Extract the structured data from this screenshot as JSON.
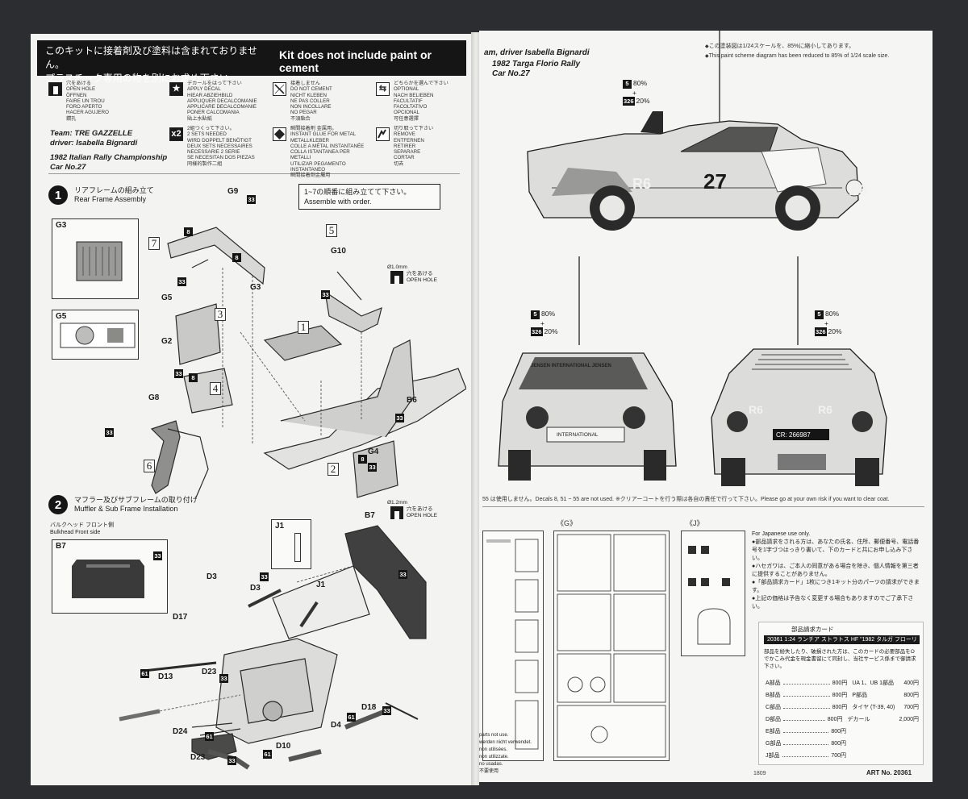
{
  "left": {
    "notice_jp": "このキットに接着剤及び塗料は含まれておりません。\nプラスチック専用の物を別にお求め下さい。",
    "notice_en": "Kit does not include paint or cement",
    "legend": [
      {
        "icon": "open-hole-icon",
        "text": "穴をあける\nOPEN HOLE\nÖFFNEN\nFAIRE UN TROU\nFORO APERTO\nHACER AGUJERO\n鑽孔"
      },
      {
        "icon": "decal-star-icon",
        "text": "デカールをはって下さい\nAPPLY DECAL\nHIEAR ABZIEHBILD\nAPPLIQUER DECALCOMANIE\nAPPLICARE DECALCOMANIE\nPONER CALCOMANIA\n貼上水貼紙"
      },
      {
        "icon": "no-cement-icon",
        "text": "接着しません\nDO NOT CEMENT\nNICHT KLEBEN\nNE PAS COLLER\nNON INCOLLARE\nNO PEGAR\n不須黏合"
      },
      {
        "icon": "optional-arrows-icon",
        "text": "どちらかを選んで下さい\nOPTIONAL\nNACH BELIEBEN\nFACULTATIF\nFACOLTATIVO\nOPCIONAL\n可任意選擇"
      },
      {
        "icon": "make-two-icon",
        "text": "2組つくって下さい。\n2 SETS NEEDED\nWIRD DOPPELT BENÖTIGT\nDEUX SETS NECESSAIRES\nNECESSARIE 2 SERIE\nSE NECESITAN DOS PIEZAS\n同樣的製作二組"
      },
      {
        "icon": "instant-glue-icon",
        "text": "瞬間接着剤 金属用。\nINSTANT GLUE FOR METAL\nMETALLKLEBER\nCOLLE A MÉTAL INSTANTANÉE\nCOLLA ISTANTANEA PER METALLI\nUTILIZAR PEGAMENTO INSTANTANEO\n瞬間接着劑金屬用"
      },
      {
        "icon": "remove-icon",
        "text": "切り取って下さい\nREMOVE\nENTFERNEN\nRETIRER\nSEPARARE\nCORTAR\n切去"
      }
    ],
    "legend_x2": "x2",
    "team": "Team: TRE GAZZELLE",
    "driver": "driver: Isabella Bignardi",
    "championship": "1982 Italian Rally Championship",
    "car_no": "Car No.27",
    "step1": {
      "num": "1",
      "jp": "リアフレームの組み立て",
      "en": "Rear Frame Assembly"
    },
    "step2": {
      "num": "2",
      "jp": "マフラー及びサブフレームの取り付け",
      "en": "Muffler & Sub Frame Installation"
    },
    "order_note_jp": "1~7の順番に組み立てて下さい。",
    "order_note_en": "Assemble with order.",
    "hole1_size": "Ø1.0mm",
    "hole2_size": "Ø1.2mm",
    "hole_jp": "穴をあける",
    "hole_en": "OPEN HOLE",
    "bulkhead_jp": "バルクヘッド フロント側",
    "bulkhead_en": "Bulkhead Front side",
    "parts1": [
      "G9",
      "G3",
      "G5",
      "G2",
      "G8",
      "G10",
      "G3",
      "B6",
      "G4"
    ],
    "parts2": [
      "B7",
      "J1",
      "D3",
      "D3",
      "J1",
      "D17",
      "D23",
      "D13",
      "D24",
      "D23",
      "D10",
      "D4",
      "D18"
    ],
    "color_codes": [
      "33",
      "8",
      "61"
    ],
    "sequence": [
      "1",
      "2",
      "3",
      "4",
      "5",
      "6",
      "7"
    ]
  },
  "right": {
    "header_team": "am, driver Isabella Bignardi",
    "event": "1982 Targa Florio Rally",
    "car_no": "Car No.27",
    "scale_note_jp": "この塗装図は1/24スケールを、85%に縮小してあります。",
    "scale_note_en": "This paint scheme diagram has been reduced to 85% of 1/24 scale size.",
    "mix1": {
      "a": "5",
      "a_pct": "80%",
      "plus": "+",
      "b": "326",
      "b_pct": "20%"
    },
    "door_number": "27",
    "sponsor": "R6",
    "front_banner": "JENSEN INTERNATIONAL JENSEN",
    "front_plate": "INTERNATIONAL",
    "rear_plate": "CR: 266987",
    "decal_note": "55 は使用しません。Decals 8, 51 ~ 55 are not used. ※クリアーコートを行う際は各自の責任で行って下さい。Please go at your own risk if you want to clear coat.",
    "sprue_g": "《G》",
    "sprue_j": "《J》",
    "jp_use_only": "For Japanese use only.",
    "order_info": [
      "●部品請求をされる方は、あなたの氏名、住所、郵便番号、電話番号を1字づつはっきり書いて、下のカードと共にお申し込み下さい。",
      "●ハセガワは、ご本人の同意がある場合を除き、個人情報を第三者に提供することがありません。",
      "●「部品請求カード」1枚につき1キット分のパーツの請求ができます。",
      "●上記の価格は予告なく変更する場合もありますのでご了承下さい。"
    ],
    "card_title": "部品請求カード",
    "card_product": "20361 1:24 ランチア ストラトス HF \"1982 タルガ フローリオ ラリー\"",
    "card_desc": "部品を紛失したり、破損された方は、このカードの必要部品をOでかこみ代金を現金書留にて同封し、当社サービス係まで御請求下さい。",
    "order_rows": [
      {
        "part": "A部品",
        "price": "800円",
        "part2": "UA 1、UB 1部品",
        "price2": "400円"
      },
      {
        "part": "B部品",
        "price": "800円",
        "part2": "P部品",
        "price2": "800円"
      },
      {
        "part": "C部品",
        "price": "800円",
        "part2": "タイヤ (T-39, 40)",
        "price2": "700円"
      },
      {
        "part": "D部品",
        "price": "800円",
        "part2": "デカール",
        "price2": "2,000円"
      },
      {
        "part": "E部品",
        "price": "800円",
        "part2": "",
        "price2": ""
      },
      {
        "part": "G部品",
        "price": "800円",
        "part2": "",
        "price2": ""
      },
      {
        "part": "J部品",
        "price": "700円",
        "part2": "",
        "price2": ""
      }
    ],
    "code": "1809",
    "art_no": "ART No. 20361",
    "cut_note": "parts not use.\nwerden nicht verwendet.\nnon utilisées.\nnon utilizzate.\nno usadas.\n不要使用"
  }
}
